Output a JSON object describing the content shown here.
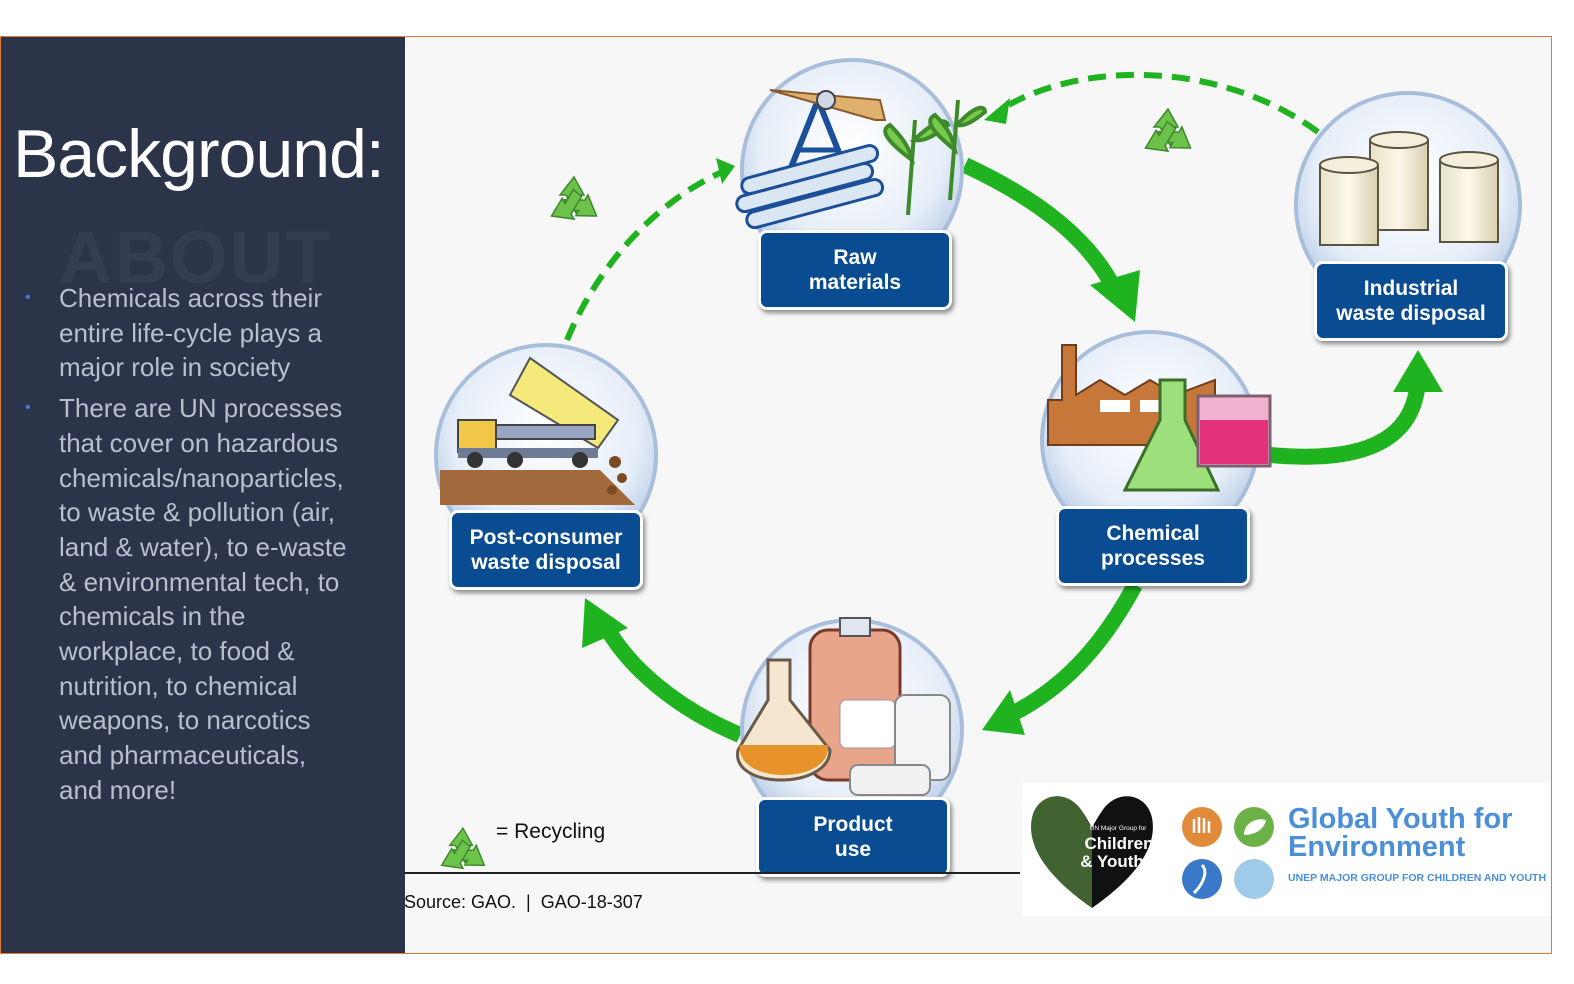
{
  "slide": {
    "title": "Background:",
    "bullets": [
      "Chemicals across their entire life-cycle plays a major role in society",
      "There are UN processes that cover on hazardous chemicals/nanoparticles, to waste & pollution (air, land & water), to e-waste & environmental tech, to chemicals in the workplace, to food & nutrition, to chemical weapons, to narcotics and pharmaceuticals, and more!"
    ]
  },
  "diagram": {
    "stages": {
      "raw": "Raw\nmaterials",
      "chemical": "Chemical\nprocesses",
      "product": "Product\nuse",
      "postconsumer": "Post-consumer\nwaste disposal",
      "industrial": "Industrial\nwaste disposal"
    },
    "legend": "= Recycling",
    "source": "Source: GAO.  |  GAO-18-307",
    "colors": {
      "arrow": "#1fb31f",
      "label_bg": "#0a4c91",
      "recycle": "#6cc24a"
    }
  },
  "logos": {
    "children_youth": [
      "UN Major Group for",
      "Children",
      "& Youth"
    ],
    "gye_title": "Global Youth for Environment",
    "gye_subtitle": "UNEP MAJOR GROUP FOR CHILDREN AND YOUTH"
  }
}
